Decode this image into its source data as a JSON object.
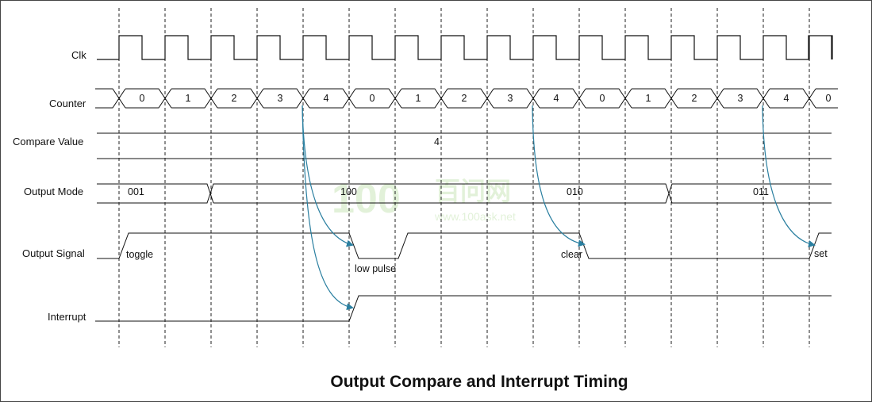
{
  "title": "Output Compare and Interrupt Timing",
  "watermark": {
    "big": "100",
    "chinese": "百问网",
    "url": "www.100ask.net"
  },
  "colors": {
    "line": "#111111",
    "arrow": "#2a7fa0",
    "guide": "#222222",
    "watermark": "#dff0d5"
  },
  "signals": {
    "clk": {
      "label": "Clk"
    },
    "counter": {
      "label": "Counter",
      "values": [
        "0",
        "1",
        "2",
        "3",
        "4",
        "0",
        "1",
        "2",
        "3",
        "4",
        "0",
        "1",
        "2",
        "3",
        "4",
        "0"
      ]
    },
    "compare": {
      "label": "Compare Value",
      "value": "4"
    },
    "mode": {
      "label": "Output Mode",
      "values": [
        "001",
        "100",
        "010",
        "011"
      ]
    },
    "output": {
      "label": "Output Signal",
      "notes": [
        "toggle",
        "low pulse",
        "clear",
        "set"
      ]
    },
    "interrupt": {
      "label": "Interrupt"
    }
  }
}
